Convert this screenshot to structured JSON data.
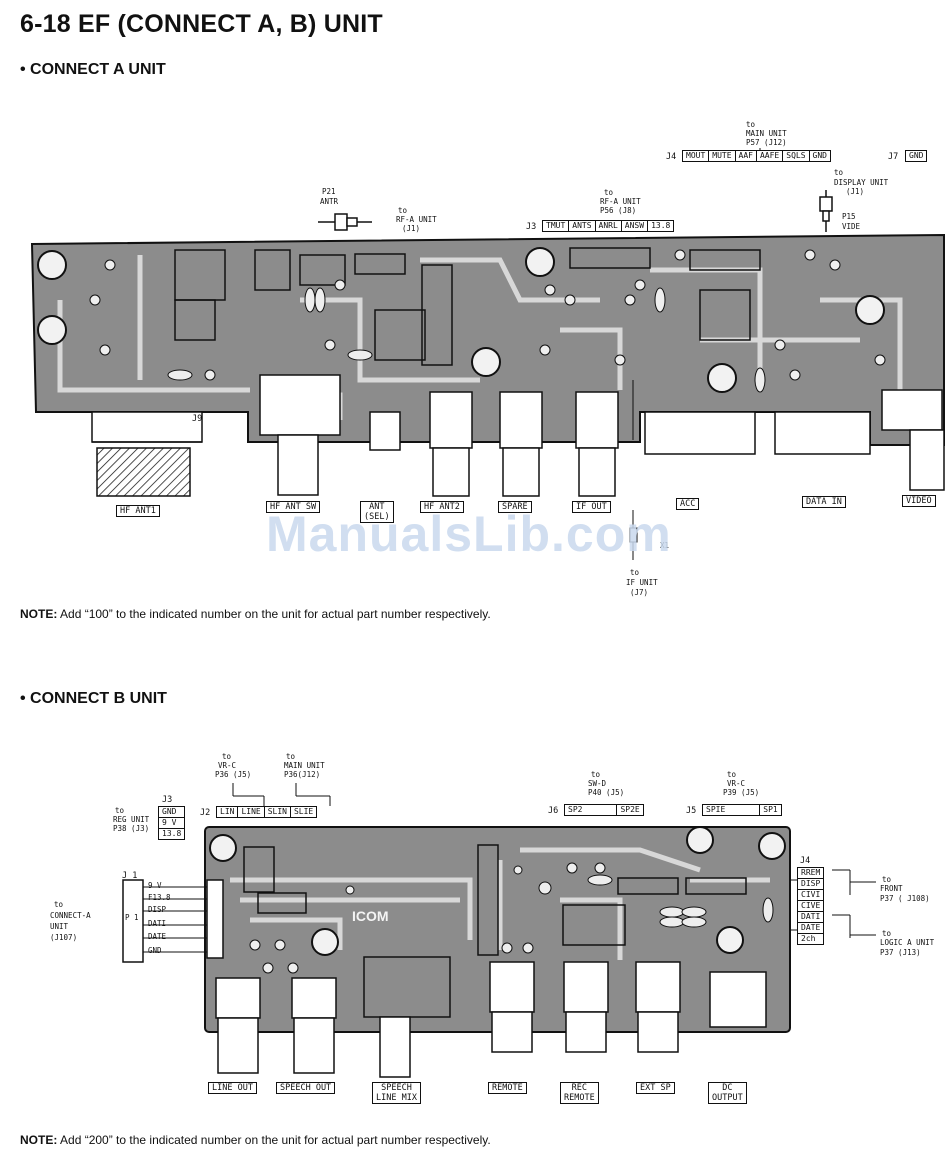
{
  "title": "6-18  EF (CONNECT A, B) UNIT",
  "section_a": {
    "heading": "• CONNECT A UNIT",
    "j4_to": "to",
    "j4_dest": "MAIN UNIT",
    "j4_pin": "P57 (J12)",
    "j4_label": "J4",
    "j4_pins": [
      "MOUT",
      "MUTE",
      "AAF",
      "AAFE",
      "SQLS",
      "GND"
    ],
    "j7_label": "J7",
    "j7_pins": [
      "GND"
    ],
    "p21": "P21",
    "antr": "ANTR",
    "rfa1_to": "to",
    "rfa1_dest": "RF-A UNIT",
    "rfa1_pin": "(J1)",
    "rfa2_to": "to",
    "rfa2_dest": "RF-A UNIT",
    "rfa2_pin": "P56 (J8)",
    "j3_label": "J3",
    "j3_pins": [
      "TMUT",
      "ANTS",
      "ANRL",
      "ANSW",
      "13.8"
    ],
    "disp_to": "to",
    "disp_dest": "DISPLAY UNIT",
    "disp_pin": "(J1)",
    "p15": "P15",
    "vide": "VIDE",
    "j9": "J9",
    "connectors": [
      "HF ANT1",
      "HF ANT SW",
      "ANT",
      "(SEL)",
      "HF ANT2",
      "SPARE",
      "IF OUT",
      "ACC",
      "DATA IN",
      "VIDEO"
    ],
    "x1": "X1",
    "if_to": "to",
    "if_dest": "IF UNIT",
    "if_pin": "(J7)",
    "note_bold": "NOTE:",
    "note_text": " Add “100” to the indicated number on the unit for actual part number respectively."
  },
  "watermark": "ManualsLib.com",
  "section_b": {
    "heading": "• CONNECT B UNIT",
    "vrc1_to": "to",
    "vrc1_dest": "VR-C",
    "vrc1_pin": "P36 (J5)",
    "main_to": "to",
    "main_dest": "MAIN UNIT",
    "main_pin": "P36(J12)",
    "swd_to": "to",
    "swd_dest": "SW-D",
    "swd_pin": "P40 (J5)",
    "vrc2_to": "to",
    "vrc2_dest": "VR-C",
    "vrc2_pin": "P39 (J5)",
    "reg_to": "to",
    "reg_dest": "REG UNIT",
    "reg_pin": "P38 (J3)",
    "j3_label": "J3",
    "j3_pins": [
      "GND",
      "9 V",
      "13.8"
    ],
    "j2_label": "J2",
    "j2_pins": [
      "LIN",
      "LINE",
      "SLIN",
      "SLIE"
    ],
    "j6_label": "J6",
    "j6_pins": [
      "SP2",
      "SP2E"
    ],
    "j5_label": "J5",
    "j5_pins": [
      "SPIE",
      "SP1"
    ],
    "j1_label": "J 1",
    "p1_label": "P 1",
    "j1_pins": [
      "9 V",
      "F13.8",
      "DISP",
      "DATI",
      "DATE",
      "GND"
    ],
    "conn_to": "to",
    "conn_dest1": "CONNECT-A",
    "conn_dest2": "UNIT",
    "conn_pin": "(J107)",
    "j4_label": "J4",
    "j4_pins": [
      "RREM",
      "DISP",
      "CIVI",
      "CIVE",
      "DATI",
      "DATE",
      "2ch"
    ],
    "front_to": "to",
    "front_dest": "FRONT",
    "front_pin": "P37 ( J108)",
    "logic_to": "to",
    "logic_dest": "LOGIC A UNIT",
    "logic_pin": "P37 (J13)",
    "icom": "ICOM",
    "connectors": [
      "LINE OUT",
      "SPEECH OUT",
      "SPEECH",
      "LINE MIX",
      "REMOTE",
      "REC",
      "REMOTE",
      "EXT SP",
      "DC",
      "OUTPUT"
    ],
    "note_bold": "NOTE:",
    "note_text": " Add “200” to the indicated number on the unit for actual part number respectively."
  }
}
